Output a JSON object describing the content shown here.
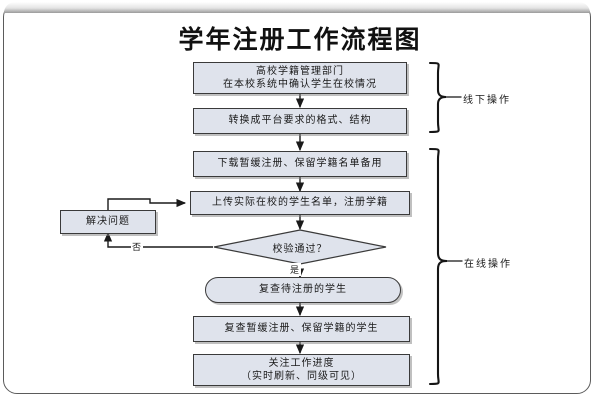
{
  "page": {
    "title": "学年注册工作流程图"
  },
  "flow": {
    "nodes": [
      {
        "id": "n1",
        "shape": "rect",
        "text_line1": "高校学籍管理部门",
        "text_line2": "在本校系统中确认学生在校情况"
      },
      {
        "id": "n2",
        "shape": "rect",
        "text_line1": "转换成平台要求的格式、结构",
        "text_line2": ""
      },
      {
        "id": "n3",
        "shape": "rect",
        "text_line1": "下载暂缓注册、保留学籍名单备用",
        "text_line2": ""
      },
      {
        "id": "n4",
        "shape": "rect",
        "text_line1": "上传实际在校的学生名单，注册学籍",
        "text_line2": ""
      },
      {
        "id": "n5",
        "shape": "diamond",
        "text_line1": "校验通过？",
        "text_line2": ""
      },
      {
        "id": "n6",
        "shape": "stadium",
        "text_line1": "复查待注册的学生",
        "text_line2": ""
      },
      {
        "id": "n7",
        "shape": "rect",
        "text_line1": "复查暂缓注册、保留学籍的学生",
        "text_line2": ""
      },
      {
        "id": "n8",
        "shape": "rect",
        "text_line1": "关注工作进度",
        "text_line2": "（实时刷新、同级可见）"
      },
      {
        "id": "n9",
        "shape": "rect",
        "text_line1": "解决问题",
        "text_line2": ""
      }
    ],
    "edge_labels": {
      "yes": "是",
      "no": "否"
    }
  },
  "groups": [
    {
      "id": "g1",
      "label": "线下操作"
    },
    {
      "id": "g2",
      "label": "在线操作"
    }
  ],
  "colors": {
    "node_fill": "#dfe3ec",
    "node_border": "#3a3a3a",
    "line": "#1a1a1a",
    "frame_border": "#5b5b5b",
    "background": "#ffffff"
  }
}
